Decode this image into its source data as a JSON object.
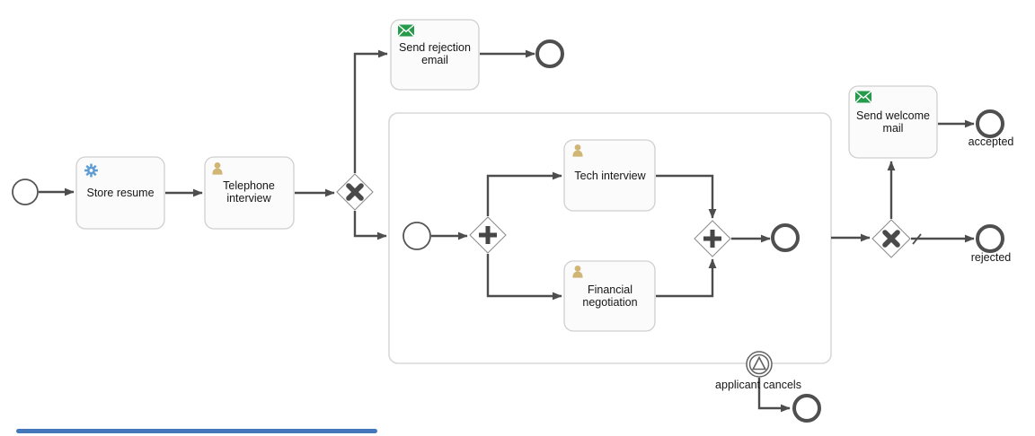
{
  "diagram": {
    "kind": "BPMN process diagram",
    "colors": {
      "flow": "#4d4d4d",
      "task_fill": "#fbfbfb",
      "task_border": "#cfcfcf",
      "subprocess_border": "#d8d8d8",
      "gateway_border": "#8f8f8f",
      "service_icon_blue": "#5e9cd3",
      "user_icon_tan": "#d1b575",
      "send_icon_green": "#259b4b",
      "scrollbar_blue": "#4577bd"
    },
    "process": {
      "tasks": [
        {
          "id": "store-resume",
          "type": "service",
          "icon": "gear-icon",
          "label": "Store resume"
        },
        {
          "id": "telephone-interview",
          "type": "user",
          "icon": "user-icon",
          "line1": "Telephone",
          "line2": "interview"
        },
        {
          "id": "send-rejection-email",
          "type": "send",
          "icon": "envelope-icon",
          "line1": "Send rejection",
          "line2": "email"
        },
        {
          "id": "tech-interview",
          "type": "user",
          "icon": "user-icon",
          "label": "Tech interview"
        },
        {
          "id": "financial-negotiation",
          "type": "user",
          "icon": "user-icon",
          "line1": "Financial",
          "line2": "negotiation"
        },
        {
          "id": "send-welcome-mail",
          "type": "send",
          "icon": "envelope-icon",
          "line1": "Send welcome",
          "line2": "mail"
        }
      ],
      "gateways": [
        {
          "id": "exclusive-gateway-1",
          "type": "exclusive",
          "symbol": "X"
        },
        {
          "id": "parallel-gateway-split",
          "type": "parallel",
          "symbol": "+"
        },
        {
          "id": "parallel-gateway-join",
          "type": "parallel",
          "symbol": "+"
        },
        {
          "id": "exclusive-gateway-2",
          "type": "exclusive",
          "symbol": "X",
          "has_default_flow_marker": true
        }
      ],
      "events": [
        {
          "id": "start-event-main",
          "kind": "start"
        },
        {
          "id": "end-event-rejection",
          "kind": "end"
        },
        {
          "id": "start-event-subprocess",
          "kind": "start"
        },
        {
          "id": "end-event-subprocess",
          "kind": "end"
        },
        {
          "id": "boundary-escalation-event",
          "kind": "boundary-escalation",
          "label": "applicant cancels"
        },
        {
          "id": "end-event-cancel",
          "kind": "end"
        },
        {
          "id": "end-event-accepted",
          "kind": "end",
          "label": "accepted"
        },
        {
          "id": "end-event-rejected",
          "kind": "end",
          "label": "rejected"
        }
      ],
      "subprocess": {
        "id": "interview-subprocess",
        "contains": [
          "tech-interview",
          "financial-negotiation"
        ]
      }
    }
  }
}
